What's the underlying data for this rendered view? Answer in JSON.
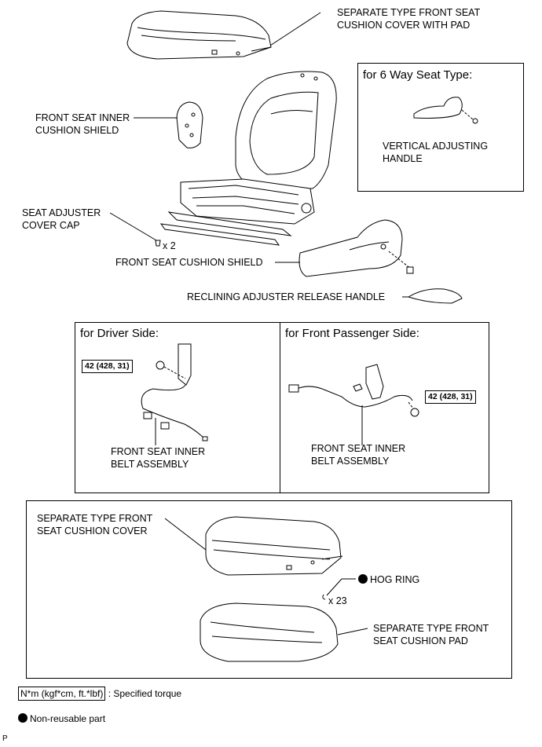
{
  "labels": {
    "cover_with_pad": "SEPARATE TYPE FRONT SEAT\nCUSHION COVER WITH PAD",
    "inner_cushion_shield": "FRONT SEAT INNER\nCUSHION SHIELD",
    "seat_adjuster_cap": "SEAT ADJUSTER\nCOVER CAP",
    "cap_qty": "x 2",
    "cushion_shield": "FRONT SEAT CUSHION SHIELD",
    "reclining_handle": "RECLINING ADJUSTER RELEASE HANDLE",
    "vertical_handle": "VERTICAL ADJUSTING\nHANDLE",
    "belt_driver": "FRONT SEAT INNER\nBELT ASSEMBLY",
    "belt_passenger": "FRONT SEAT INNER\nBELT ASSEMBLY",
    "cushion_cover": "SEPARATE TYPE FRONT\nSEAT CUSHION COVER",
    "hog_ring": "HOG RING",
    "hog_qty": "x 23",
    "cushion_pad": "SEPARATE TYPE FRONT\nSEAT CUSHION PAD"
  },
  "boxes": {
    "six_way": "for 6 Way Seat Type:",
    "driver": "for Driver Side:",
    "passenger": "for Front Passenger Side:"
  },
  "torque": {
    "driver": "42 (428, 31)",
    "passenger": "42 (428, 31)"
  },
  "legend": {
    "torque_box": "N*m (kgf*cm, ft.*lbf)",
    "torque_text": ": Specified torque",
    "nonreusable": "Non-reusable part"
  },
  "corner_code": "P"
}
